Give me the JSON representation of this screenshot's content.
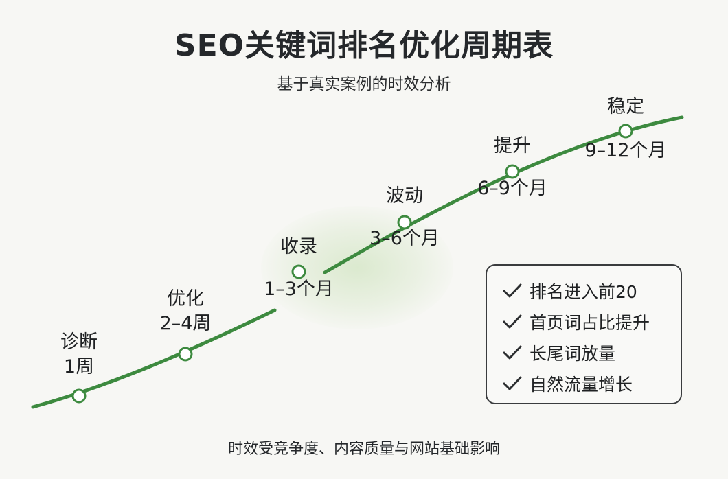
{
  "title": "SEO关键词排名优化周期表",
  "subtitle": "基于真实案例的时效分析",
  "footer": "时效受竞争度、内容质量与网站基础影响",
  "colors": {
    "curve": "#3d8a3f",
    "node_fill": "#ffffff",
    "text": "#1f2123",
    "box_border": "#3a3c3e"
  },
  "stages": [
    {
      "name": "诊断",
      "duration": "1周"
    },
    {
      "name": "优化",
      "duration": "2–4周"
    },
    {
      "name": "收录",
      "duration": "1–3个月"
    },
    {
      "name": "波动",
      "duration": "3–6个月"
    },
    {
      "name": "提升",
      "duration": "6–9个月"
    },
    {
      "name": "稳定",
      "duration": "9–12个月"
    }
  ],
  "results": {
    "icon": "check-icon",
    "items": [
      "排名进入前20",
      "首页词占比提升",
      "长尾词放量",
      "自然流量增长"
    ]
  }
}
